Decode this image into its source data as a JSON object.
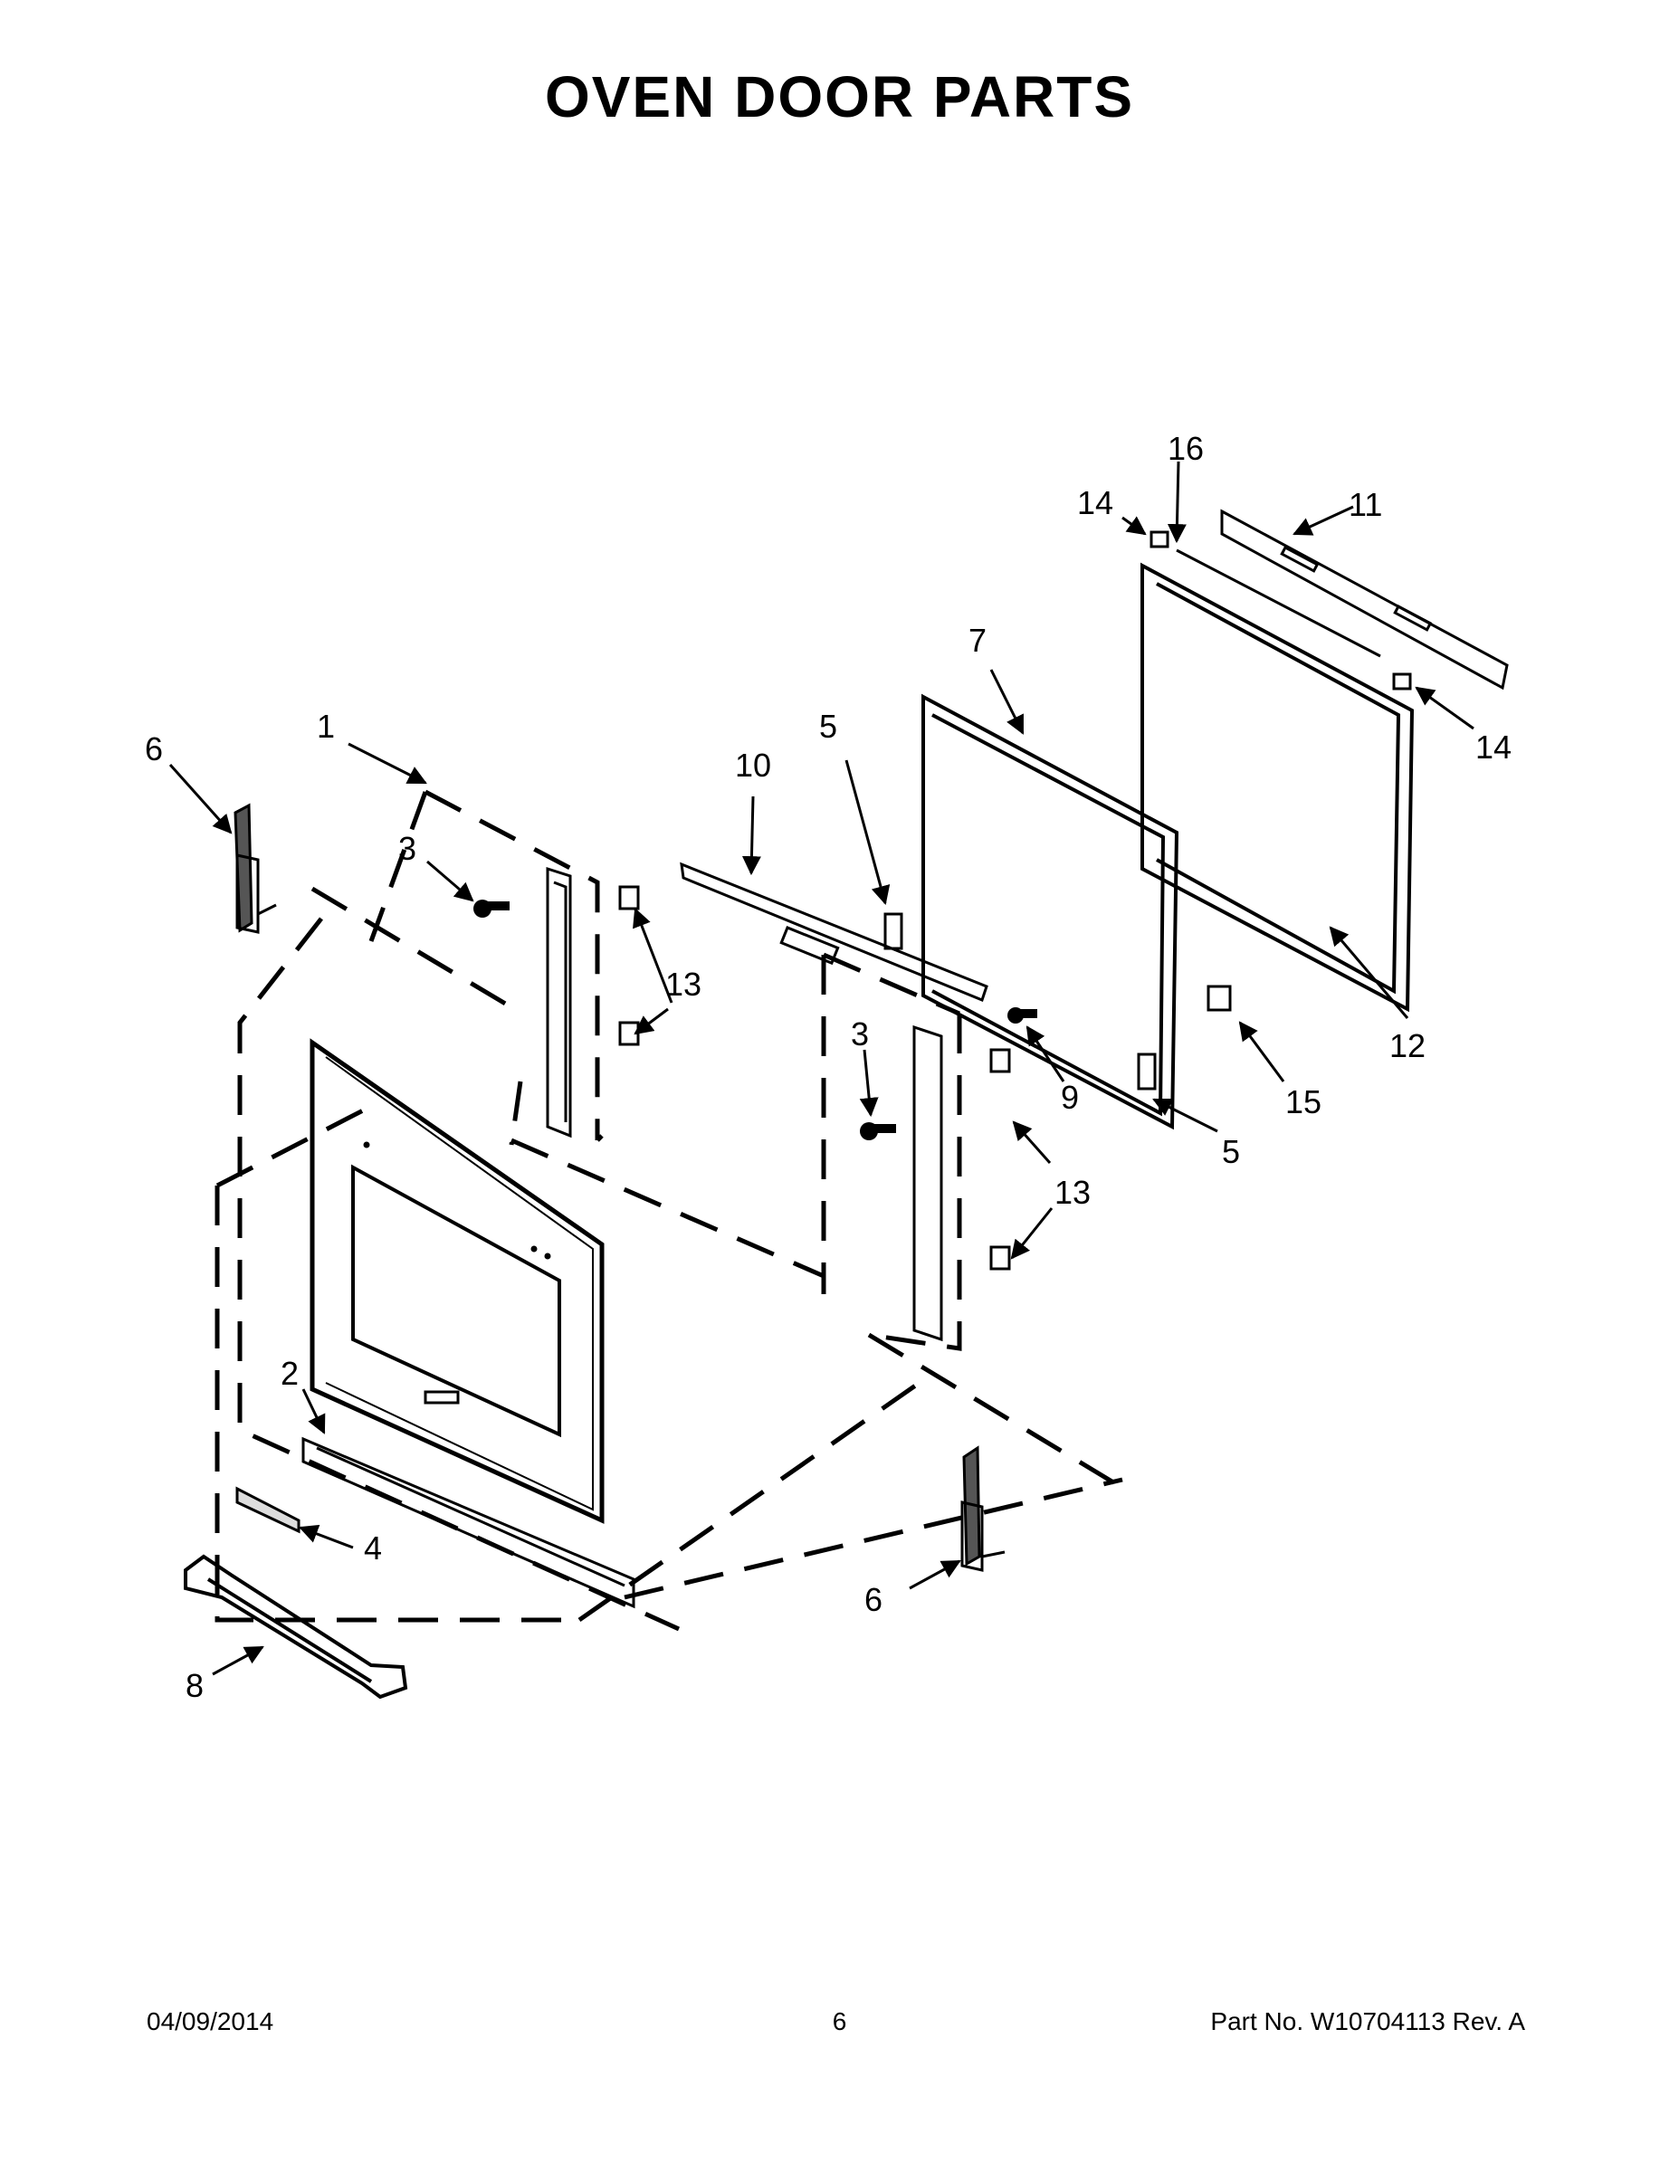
{
  "title": "OVEN DOOR PARTS",
  "footer": {
    "date": "04/09/2014",
    "page": "6",
    "part": "Part No.  W10704113   Rev.  A"
  },
  "callouts": {
    "c1": "1",
    "c2": "2",
    "c3a": "3",
    "c3b": "3",
    "c4": "4",
    "c5a": "5",
    "c5b": "5",
    "c6a": "6",
    "c6b": "6",
    "c7": "7",
    "c8": "8",
    "c9": "9",
    "c10": "10",
    "c11": "11",
    "c12": "12",
    "c13a": "13",
    "c13b": "13",
    "c14a": "14",
    "c14b": "14",
    "c15": "15",
    "c16": "16"
  }
}
